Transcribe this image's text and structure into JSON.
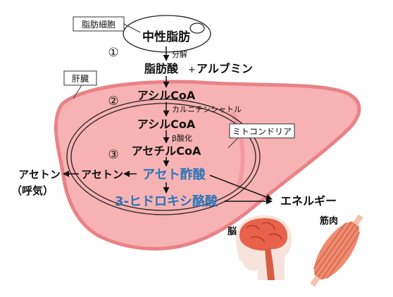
{
  "labels": {
    "fat_cell": "脂肪細胞",
    "neutral_fat": "中性脂肪",
    "step1": "①",
    "decomposition": "分解",
    "fatty_acid": "脂肪酸",
    "plus": "+",
    "albumin": "アルブミン",
    "liver": "肝臓",
    "step2": "②",
    "acyl_coa_1": "アシルCoA",
    "carnitine_shuttle": "カルニチンシャトル",
    "mitochondria": "ミトコンドリア",
    "acyl_coa_2": "アシルCoA",
    "beta_oxidation": "β酸化",
    "step3": "③",
    "acetyl_coa": "アセチルCoA",
    "acetone_inside": "アセトン",
    "acetoacetic_acid": "アセト酢酸",
    "acetone_outside": "アセトン",
    "breath": "（呼気）",
    "hydroxybutyric_acid": "3-ヒドロキシ酪酸",
    "energy": "エネルギー",
    "brain": "脳",
    "muscle": "筋肉"
  },
  "colors": {
    "liver_fill": "#f7b2b4",
    "liver_stroke": "#e98286",
    "accent_blue": "#2e75b6",
    "brain": "#e8614b",
    "muscle": "#ee8a6e"
  }
}
